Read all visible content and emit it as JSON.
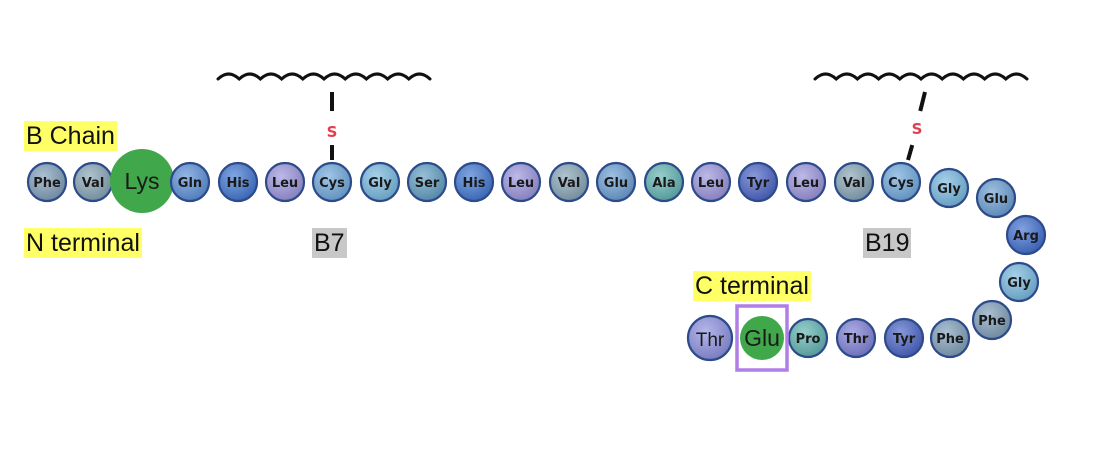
{
  "labels": {
    "b_chain": "B Chain",
    "n_terminal": "N terminal",
    "c_terminal": "C terminal",
    "b7": "B7",
    "b19": "B19"
  },
  "residues": [
    {
      "name": "Phe",
      "color": "#7f9eb9"
    },
    {
      "name": "Val",
      "color": "#85a4b5"
    },
    {
      "name": "Lys",
      "color": "#40a84b",
      "style": "mutated"
    },
    {
      "name": "Gln",
      "color": "#5b8fd8"
    },
    {
      "name": "His",
      "color": "#3f76d1"
    },
    {
      "name": "Leu",
      "color": "#9a93dc"
    },
    {
      "name": "Cys",
      "color": "#6fa8dc"
    },
    {
      "name": "Gly",
      "color": "#76b8de"
    },
    {
      "name": "Ser",
      "color": "#5f9ec2"
    },
    {
      "name": "His",
      "color": "#3f76d1"
    },
    {
      "name": "Leu",
      "color": "#9a93dc"
    },
    {
      "name": "Val",
      "color": "#85a4b5"
    },
    {
      "name": "Glu",
      "color": "#6a9ed2"
    },
    {
      "name": "Ala",
      "color": "#5fb3b0"
    },
    {
      "name": "Leu",
      "color": "#9a93dc"
    },
    {
      "name": "Tyr",
      "color": "#4a63c6"
    },
    {
      "name": "Leu",
      "color": "#9a93dc"
    },
    {
      "name": "Val",
      "color": "#85a4b5"
    },
    {
      "name": "Cys",
      "color": "#6fa8dc"
    },
    {
      "name": "Gly",
      "color": "#76b8de"
    },
    {
      "name": "Glu",
      "color": "#6a9ed2"
    },
    {
      "name": "Arg",
      "color": "#3f6fd0"
    },
    {
      "name": "Gly",
      "color": "#76b8de"
    },
    {
      "name": "Phe",
      "color": "#7f9eb9"
    },
    {
      "name": "Phe",
      "color": "#7f9eb9"
    },
    {
      "name": "Tyr",
      "color": "#4a63c6"
    },
    {
      "name": "Thr",
      "color": "#7e7fd6"
    },
    {
      "name": "Pro",
      "color": "#5fb3b0"
    },
    {
      "name": "Glu",
      "color": "#40a84b",
      "style": "mutated-boxed"
    },
    {
      "name": "Thr",
      "color": "#8b90e0",
      "style": "large"
    }
  ],
  "disulfide_bonds": [
    {
      "residue": "B7",
      "atom": "S"
    },
    {
      "residue": "B19",
      "atom": "S"
    }
  ],
  "colors": {
    "mutation": "#40a84b",
    "highlight_box": "#b07fe6",
    "sulfur": "#e03f4f",
    "label_highlight": "#ffff66",
    "position_highlight": "#c8c8c8"
  }
}
